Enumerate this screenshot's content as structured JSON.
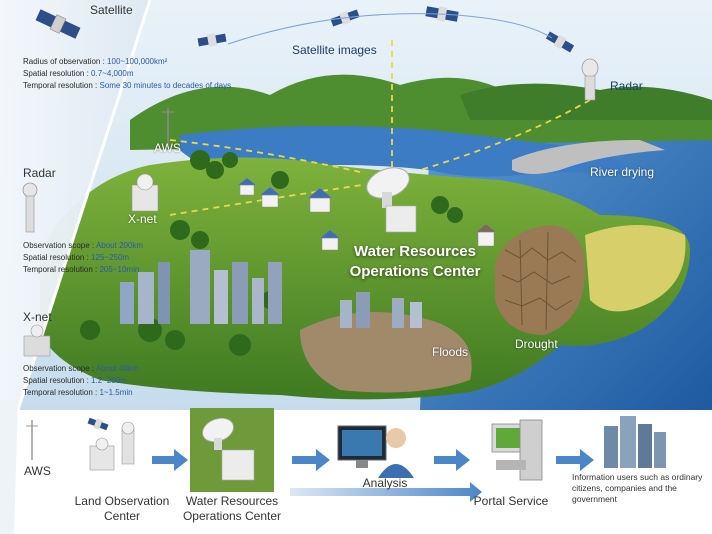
{
  "panel": {
    "satellite": {
      "title": "Satellite",
      "specs": [
        {
          "key": "Radius of observation : ",
          "value": "100~100,000km²"
        },
        {
          "key": "Spatial resolution : ",
          "value": "0.7~4,000m"
        },
        {
          "key": "Temporal resolution : ",
          "value": "Some 30 minutes to decades of days"
        }
      ]
    },
    "radar": {
      "title": "Radar",
      "specs": [
        {
          "key": "Observation scope : ",
          "value": "About 200km"
        },
        {
          "key": "Spatial resolution : ",
          "value": "125~250m"
        },
        {
          "key": "Temporal resolution : ",
          "value": "205~10min"
        }
      ]
    },
    "xnet": {
      "title": "X-net",
      "specs": [
        {
          "key": "Observation scope : ",
          "value": "About 40km"
        },
        {
          "key": "Spatial resolution : ",
          "value": "1.2~200m"
        },
        {
          "key": "Temporal resolution : ",
          "value": "1~1.5min"
        }
      ]
    },
    "aws": {
      "title": "AWS"
    }
  },
  "scene": {
    "satellite_images": "Satellite images",
    "radar": "Radar",
    "aws": "AWS",
    "xnet": "X-net",
    "river_drying": "River drying",
    "center_line1": "Water Resources",
    "center_line2": "Operations Center",
    "floods": "Floods",
    "drought": "Drought"
  },
  "flow": {
    "land_line1": "Land Observation",
    "land_line2": "Center",
    "water_line1": "Water Resources",
    "water_line2": "Operations Center",
    "analysis": "Analysis",
    "portal": "Portal Service",
    "users": "Information users such as ordinary citizens, companies and the government"
  },
  "colors": {
    "sky": "#cfe3f2",
    "water": "#2f6fb8",
    "land": "#5f9a2e",
    "hills": "#3f7d2a",
    "arrow": "#4a86c8",
    "center_highlight": "#6f9a3a"
  }
}
